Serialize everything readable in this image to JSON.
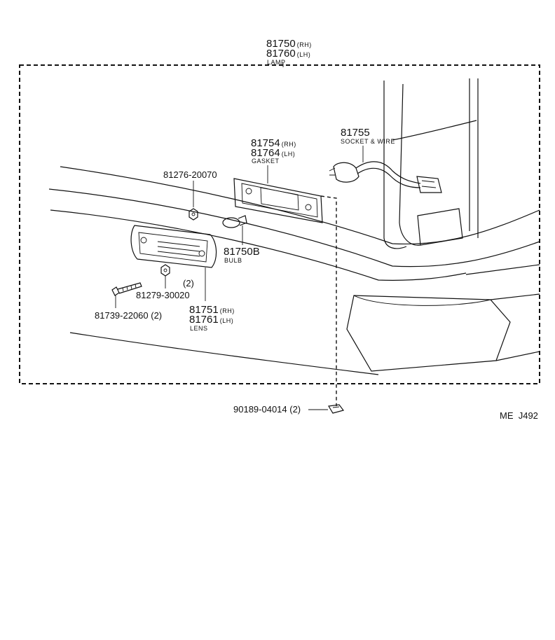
{
  "lamp": {
    "part_rh": "81750",
    "tag_rh": "(RH)",
    "part_lh": "81760",
    "tag_lh": "(LH)",
    "name": "LAMP"
  },
  "socket": {
    "part": "81755",
    "name": "SOCKET & WIRE"
  },
  "gasket": {
    "part_rh": "81754",
    "tag_rh": "(RH)",
    "part_lh": "81764",
    "tag_lh": "(LH)",
    "name": "GASKET"
  },
  "nut_top": {
    "part": "81276-20070"
  },
  "bulb": {
    "part": "81750B",
    "name": "BULB"
  },
  "nut_lower": {
    "qty": "(2)",
    "part": "81279-30020"
  },
  "screw": {
    "part": "81739-22060 (2)"
  },
  "lens": {
    "part_rh": "81751",
    "tag_rh": "(RH)",
    "part_lh": "81761",
    "tag_lh": "(LH)",
    "name": "LENS"
  },
  "clip": {
    "part": "90189-04014 (2)"
  },
  "diagram_code": "ME  J492"
}
